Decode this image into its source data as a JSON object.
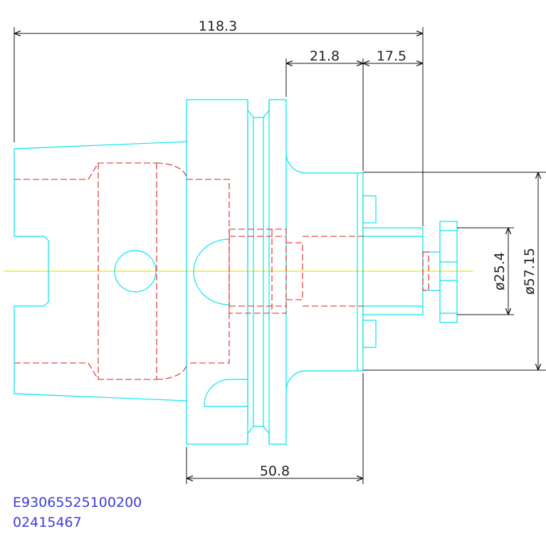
{
  "colors": {
    "outline": "#00e5ee",
    "hidden": "#e0201e",
    "centerline": "#e8e800",
    "dimension": "#111111",
    "code_text": "#3b3bd8",
    "background": "#ffffff"
  },
  "dimensions": {
    "overall_length": "118.3",
    "flange_offset": "21.8",
    "shank_length": "17.5",
    "body_length": "50.8",
    "bore_diameter": "ø25.4",
    "body_diameter": "ø57.15"
  },
  "part_codes": {
    "line1": "E93065525100200",
    "line2": "02415467"
  }
}
